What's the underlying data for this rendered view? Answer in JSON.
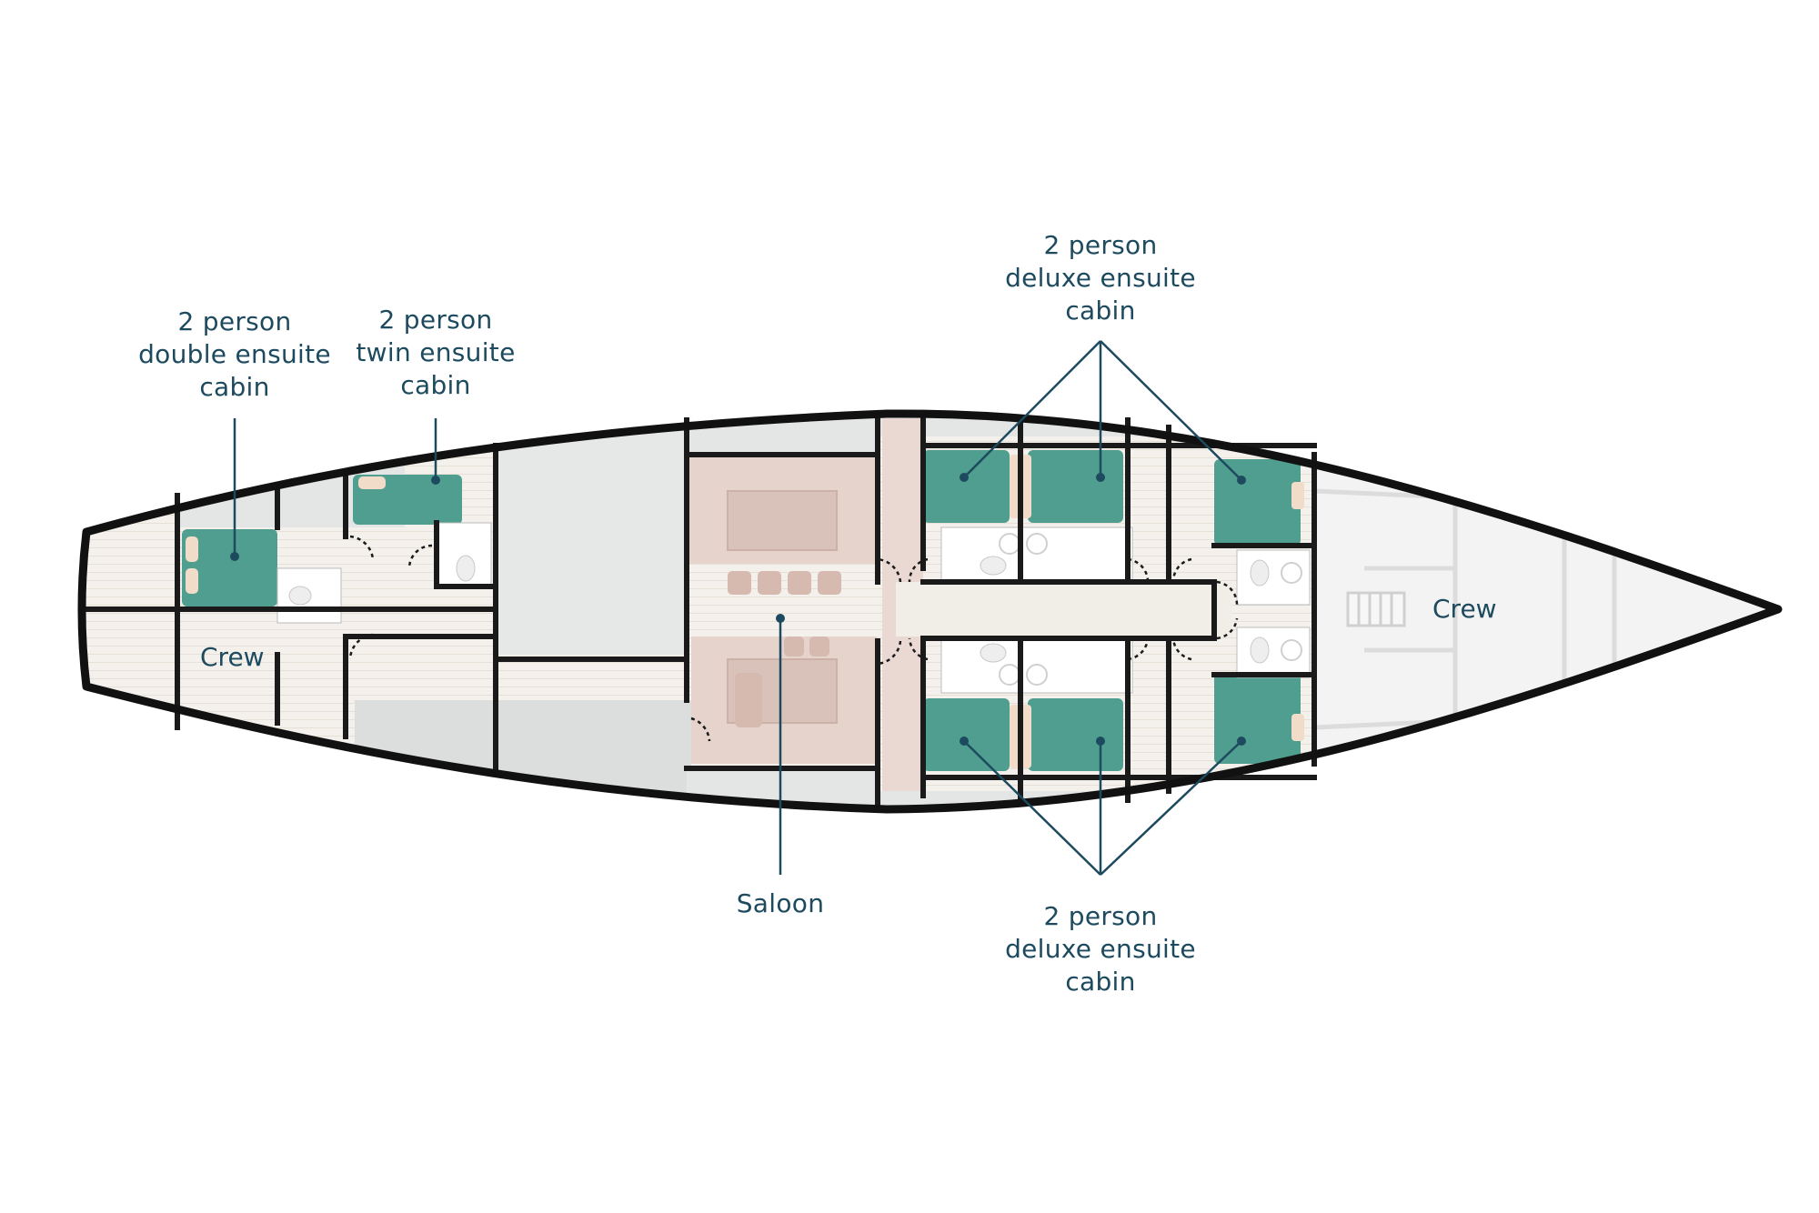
{
  "diagram": {
    "colors": {
      "hull_outline": "#111111",
      "floor": "#f4f1ec",
      "plank": "#e6e0d6",
      "cabin_bed": "#4f9e8f",
      "saloon_furniture": "#e3cfc8",
      "side_storage": "#dcdede",
      "aft_deck": "#efefef",
      "leader_line": "#1d4a5e",
      "text": "#1d4a5e"
    },
    "labels": {
      "double_cabin": [
        "2 person",
        "double ensuite",
        "cabin"
      ],
      "twin_cabin": [
        "2 person",
        "twin ensuite",
        "cabin"
      ],
      "deluxe_top": [
        "2 person",
        "deluxe ensuite",
        "cabin"
      ],
      "deluxe_bottom": [
        "2 person",
        "deluxe ensuite",
        "cabin"
      ],
      "saloon": "Saloon",
      "crew_left": "Crew",
      "crew_right": "Crew"
    }
  }
}
